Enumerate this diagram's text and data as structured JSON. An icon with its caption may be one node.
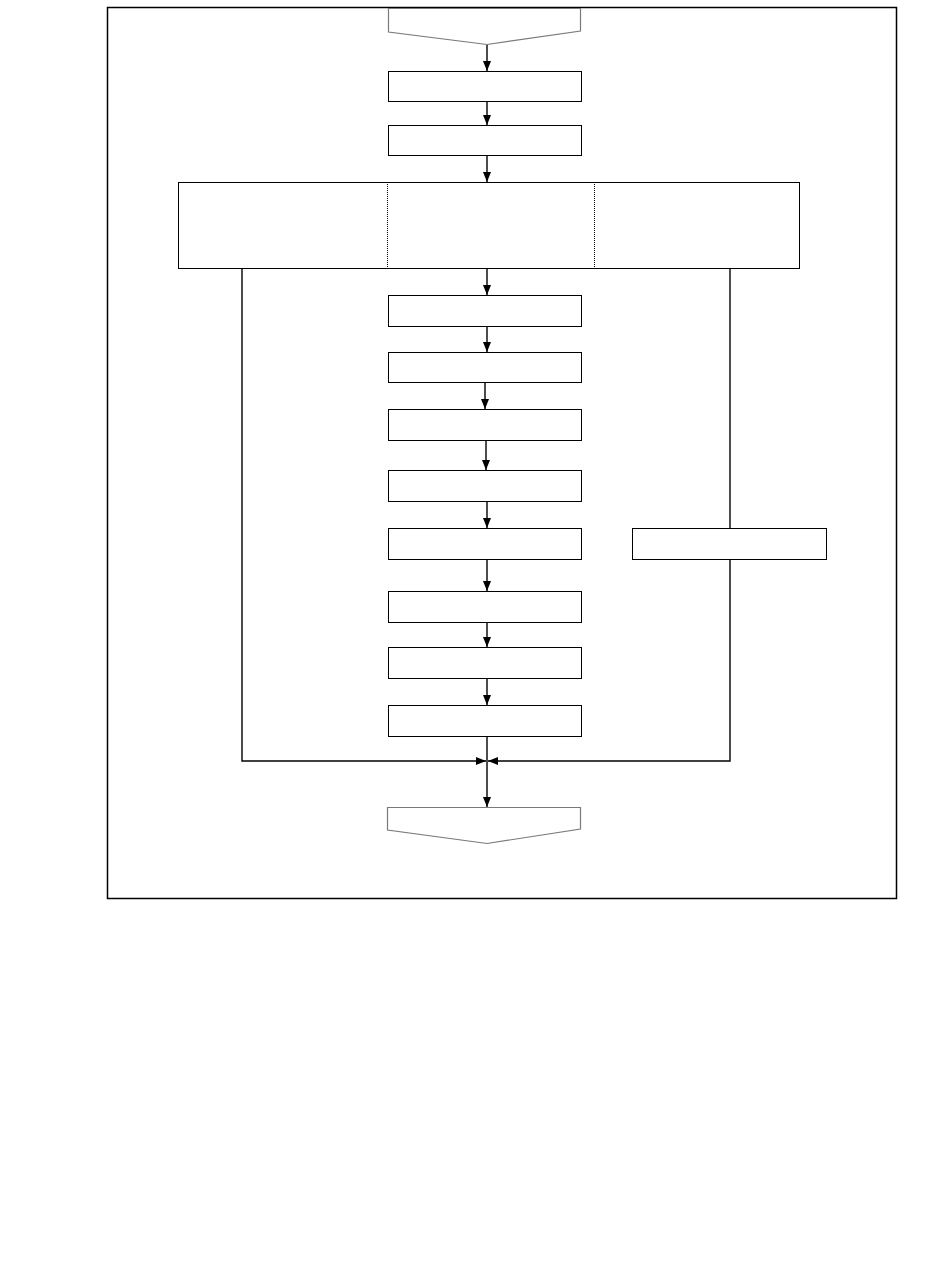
{
  "diagram": {
    "nodes": [
      {
        "text": [],
        "shape": "pentagon"
      },
      {
        "text": [],
        "shape": "box"
      },
      {
        "text": [],
        "shape": "box"
      },
      {
        "text": [],
        "shape": "box"
      },
      {
        "text": [],
        "shape": "box"
      },
      {
        "text": [],
        "shape": "box"
      },
      {
        "text": [],
        "shape": "box"
      },
      {
        "text": [],
        "shape": "box"
      },
      {
        "text": [],
        "shape": "box"
      },
      {
        "text": [],
        "shape": "box"
      },
      {
        "text": [],
        "shape": "box"
      },
      {
        "text": [],
        "shape": "box"
      },
      {
        "text": [],
        "shape": "box"
      },
      {
        "text": [],
        "shape": "box"
      },
      {
        "text": [],
        "shape": "box"
      },
      {
        "text": [],
        "shape": "pentagon"
      }
    ],
    "edges": [
      {
        "from": 0,
        "to": 1,
        "arrow": "to"
      },
      {
        "from": 1,
        "to": 2,
        "arrow": "to"
      },
      {
        "from": 2,
        "to": 4,
        "arrow": "to"
      },
      {
        "from": 4,
        "to": 6,
        "arrow": "to"
      },
      {
        "from": 6,
        "to": 7,
        "arrow": "to"
      },
      {
        "from": 7,
        "to": 8,
        "arrow": "to"
      },
      {
        "from": 8,
        "to": 9,
        "arrow": "to"
      },
      {
        "from": 9,
        "to": 10,
        "arrow": "to"
      },
      {
        "from": 10,
        "to": 12,
        "arrow": "to"
      },
      {
        "from": 12,
        "to": 13,
        "arrow": "to"
      },
      {
        "from": 13,
        "to": 14,
        "arrow": "to"
      },
      {
        "from": 3,
        "to": 15,
        "arrow": "to"
      },
      {
        "from": 5,
        "to": 11,
        "arrow": "none"
      },
      {
        "from": 11,
        "to": 15,
        "arrow": "to"
      },
      {
        "from": 14,
        "to": 15,
        "arrow": "to"
      }
    ]
  }
}
